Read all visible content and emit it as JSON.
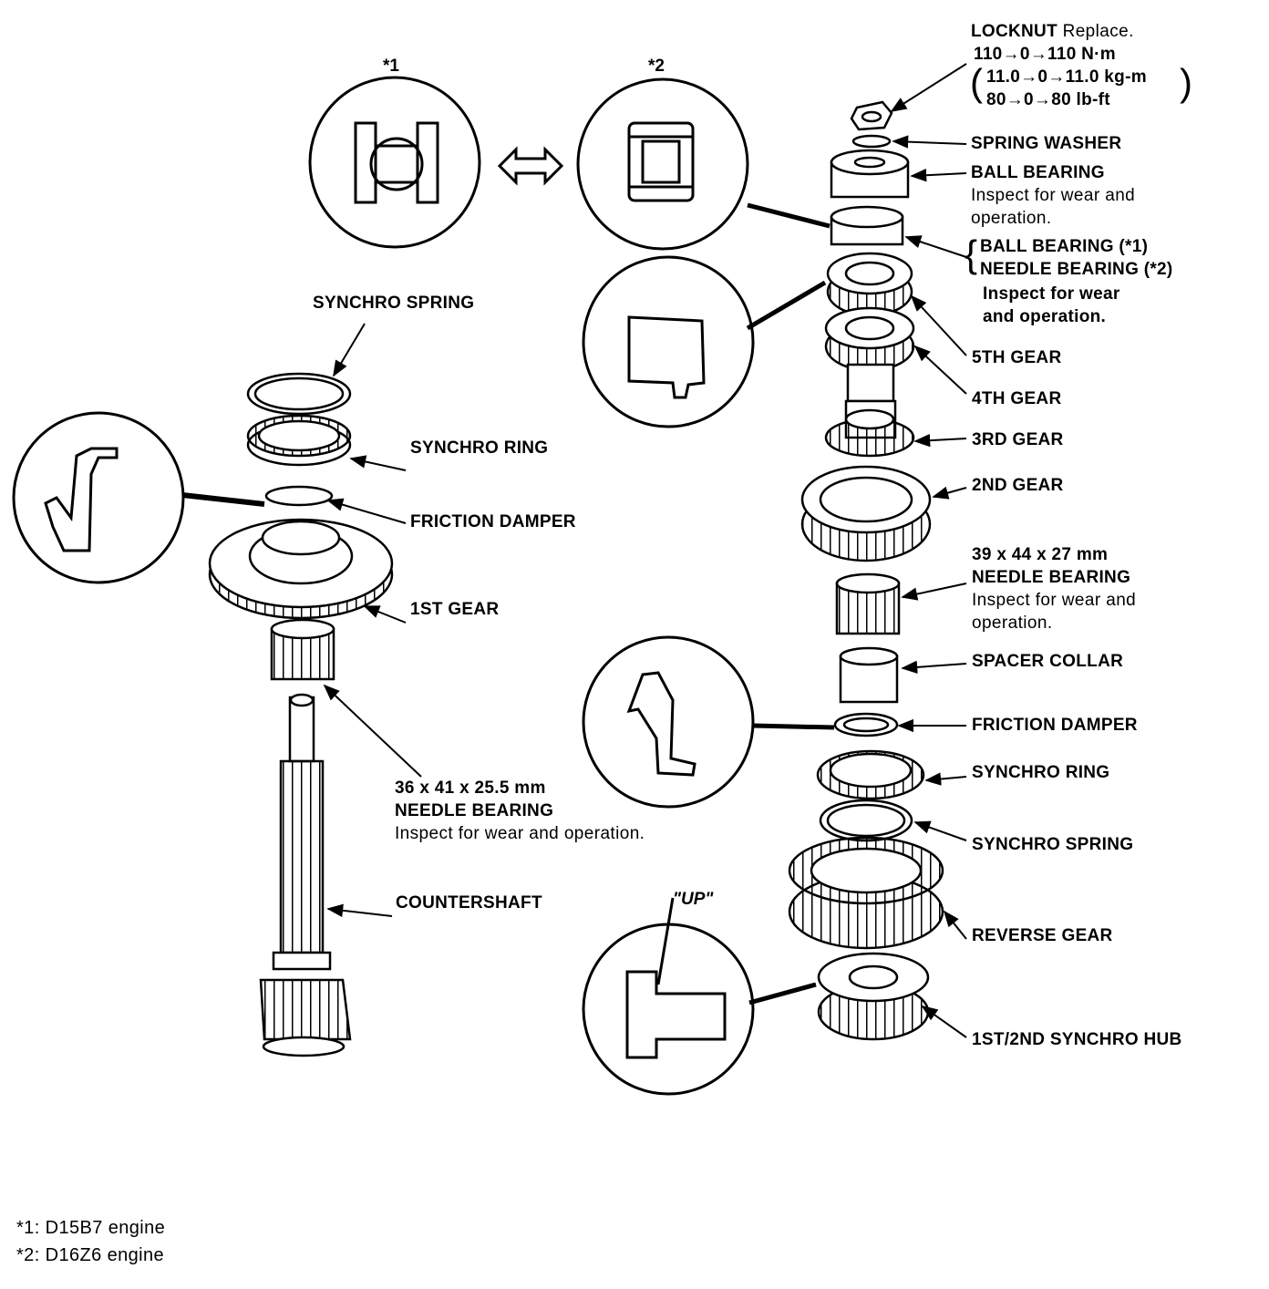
{
  "figure": {
    "marks": {
      "star1": "*1",
      "star2": "*2",
      "up": "\"UP\""
    },
    "countershaft_labels": {
      "synchro_spring": "SYNCHRO SPRING",
      "synchro_ring": "SYNCHRO RING",
      "friction_damper": "FRICTION DAMPER",
      "first_gear": "1ST GEAR",
      "needle_bearing_size": "36 x 41 x 25.5 mm",
      "needle_bearing": "NEEDLE BEARING",
      "needle_bearing_note": "Inspect for wear and operation.",
      "countershaft": "COUNTERSHAFT"
    },
    "mainshaft_labels": {
      "locknut": "LOCKNUT",
      "locknut_note": "Replace.",
      "torque_nm": "110→0→110 N·m",
      "torque_kgm": "11.0→0→11.0 kg-m",
      "torque_lbft": "80→0→80 lb-ft",
      "spring_washer": "SPRING WASHER",
      "ball_bearing": "BALL BEARING",
      "ball_bearing_note_1": "Inspect for wear and",
      "ball_bearing_note_2": "operation.",
      "ball_bearing_alt": "BALL BEARING (*1)",
      "needle_bearing_alt": "NEEDLE BEARING (*2)",
      "alt_note_1": "Inspect for wear",
      "alt_note_2": "and operation.",
      "fifth_gear": "5TH GEAR",
      "fourth_gear": "4TH GEAR",
      "third_gear": "3RD GEAR",
      "second_gear": "2ND GEAR",
      "needle_bearing_size": "39 x 44 x 27 mm",
      "needle_bearing": "NEEDLE BEARING",
      "needle_note_1": "Inspect for wear and",
      "needle_note_2": "operation.",
      "spacer_collar": "SPACER COLLAR",
      "friction_damper": "FRICTION DAMPER",
      "synchro_ring": "SYNCHRO RING",
      "synchro_spring": "SYNCHRO SPRING",
      "reverse_gear": "REVERSE GEAR",
      "synchro_hub": "1ST/2ND SYNCHRO HUB"
    },
    "footnotes": [
      "*1: D15B7 engine",
      "*2: D16Z6 engine"
    ],
    "icons": [
      "double-arrow-icon",
      "bearing-cage-detail-icon",
      "damper-profile-icon",
      "spring-profile-icon",
      "hub-up-detail-icon"
    ]
  }
}
